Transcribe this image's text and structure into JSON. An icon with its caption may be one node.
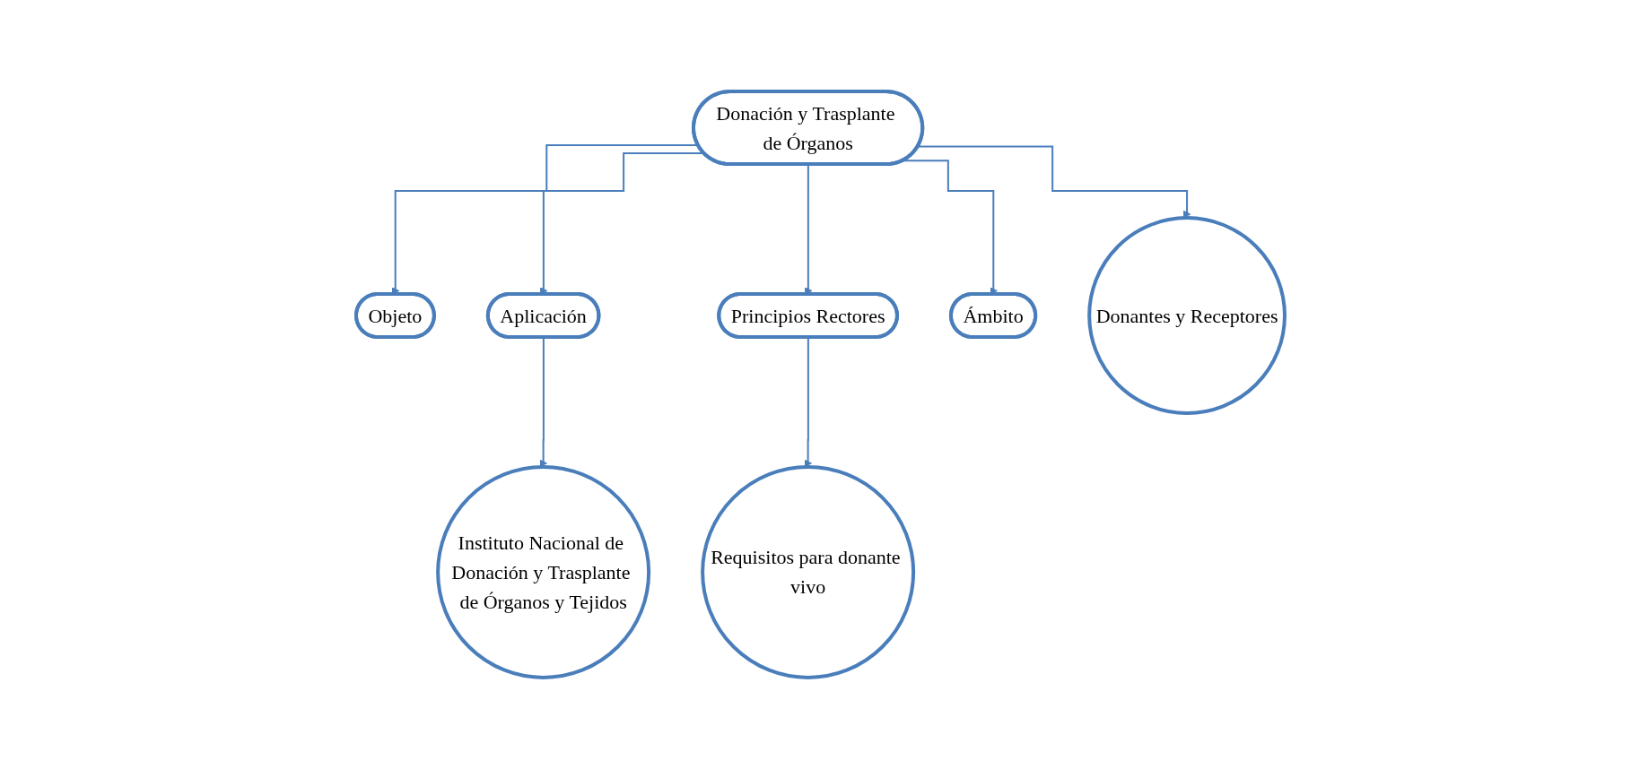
{
  "diagram": {
    "nodes": [
      {
        "text": [
          "Donación y Trasplante de Órganos"
        ]
      },
      {
        "text": [
          "Objeto"
        ]
      },
      {
        "text": [
          "Aplicación"
        ]
      },
      {
        "text": [
          "Instituto Nacional de Donación y Trasplante de Órganos y Tejidos"
        ]
      },
      {
        "text": [
          "Principios Rectores"
        ]
      },
      {
        "text": [
          "Ámbito"
        ]
      },
      {
        "text": [
          "Donantes y Receptores"
        ]
      },
      {
        "text": [
          "Requisitos para donante vivo"
        ]
      }
    ],
    "edges": [
      {
        "from": 0,
        "to": 1,
        "arrow": "to"
      },
      {
        "from": 0,
        "to": 2,
        "arrow": "to"
      },
      {
        "from": 2,
        "to": 3,
        "arrow": "to"
      },
      {
        "from": 0,
        "to": 4,
        "arrow": "to"
      },
      {
        "from": 0,
        "to": 5,
        "arrow": "to"
      },
      {
        "from": 0,
        "to": 6,
        "arrow": "to"
      },
      {
        "from": 4,
        "to": 7,
        "arrow": "to"
      }
    ]
  }
}
